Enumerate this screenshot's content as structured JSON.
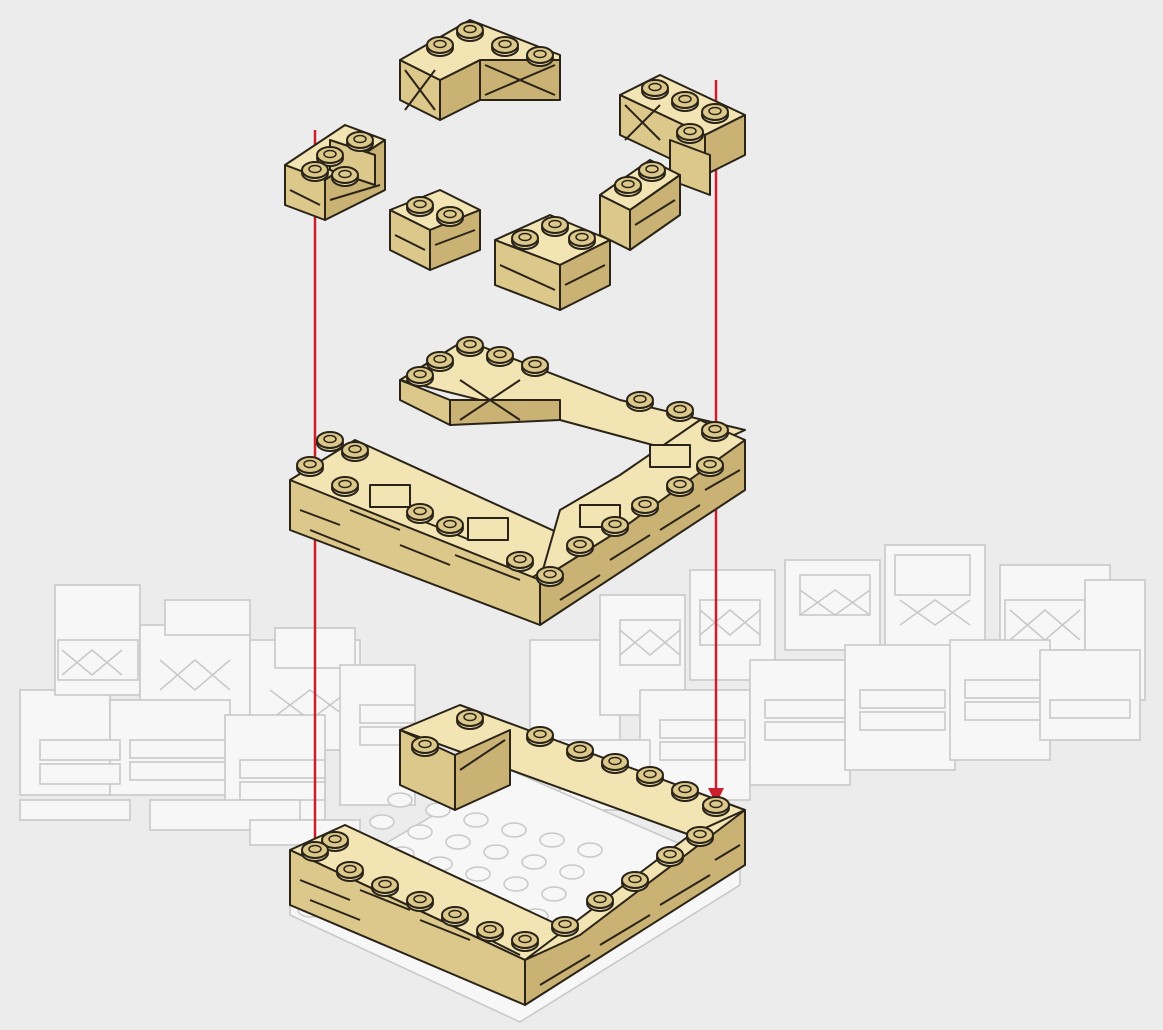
{
  "diagram": {
    "kind": "exploded-assembly-instruction",
    "colors": {
      "background": "#ececec",
      "brick_top": "#f3e4b4",
      "brick_left": "#ddc88c",
      "brick_right": "#c9b274",
      "brick_outline": "#2a2418",
      "ghost_fill": "#f7f7f7",
      "ghost_stroke": "#c9c9c9",
      "arrow": "#cc1f2b"
    },
    "parts": [
      {
        "name": "top-layer-corner-piece-back"
      },
      {
        "name": "top-layer-corner-piece-right"
      },
      {
        "name": "top-layer-corner-piece-left"
      },
      {
        "name": "top-layer-small-brick"
      },
      {
        "name": "top-layer-l-piece"
      },
      {
        "name": "top-layer-side-piece"
      },
      {
        "name": "middle-layer-frame"
      },
      {
        "name": "base-layer-frame-on-plate"
      },
      {
        "name": "background-ghost-wall"
      }
    ],
    "arrows": [
      {
        "name": "left-alignment-arrow"
      },
      {
        "name": "right-alignment-arrow"
      }
    ]
  }
}
